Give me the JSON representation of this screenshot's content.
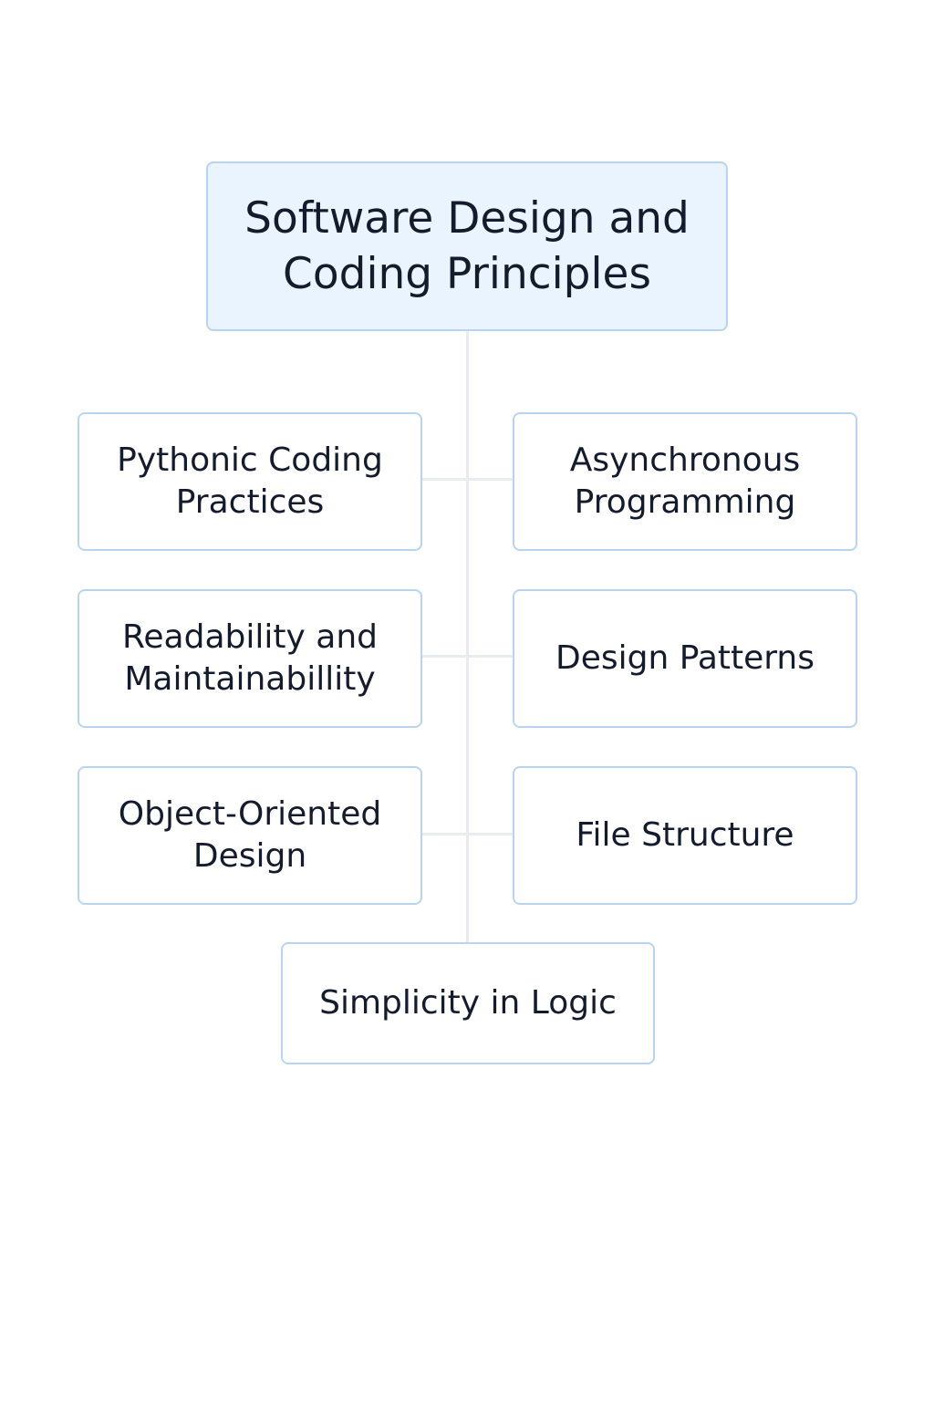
{
  "diagram": {
    "root": {
      "label": "Software Design and\nCoding Principles"
    },
    "nodes": [
      {
        "label": "Pythonic Coding\nPractices"
      },
      {
        "label": "Asynchronous\nProgramming"
      },
      {
        "label": "Readability and\nMaintainabillity"
      },
      {
        "label": "Design Patterns"
      },
      {
        "label": "Object-Oriented\nDesign"
      },
      {
        "label": "File Structure"
      },
      {
        "label": "Simplicity in Logic"
      }
    ]
  },
  "colors": {
    "root_fill": "#eaf4fe",
    "node_border": "#b9d4f1",
    "connector": "#e8ebf0",
    "text": "#141b2d"
  }
}
